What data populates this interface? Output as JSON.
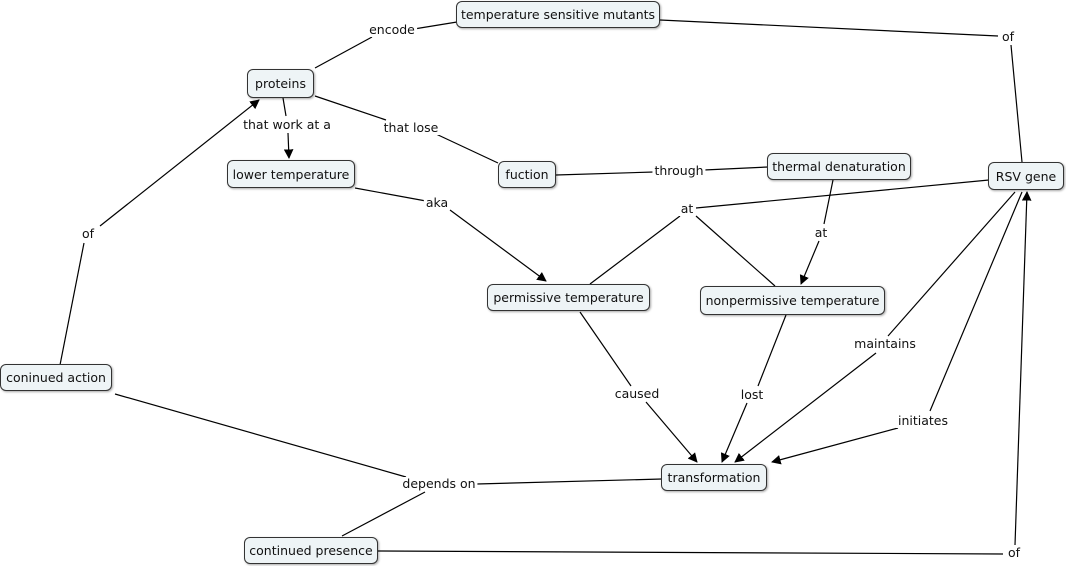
{
  "nodes": {
    "temp_sensitive_mutants": "temperature sensitive mutants",
    "proteins": "proteins",
    "lower_temperature": "lower temperature",
    "fuction": "fuction",
    "thermal_denaturation": "thermal denaturation",
    "rsv_gene": "RSV gene",
    "permissive_temperature": "permissive temperature",
    "nonpermissive_temperature": "nonpermissive temperature",
    "coninued_action": "coninued action",
    "transformation": "transformation",
    "continued_presence": "continued presence"
  },
  "links": {
    "encode": "encode",
    "of_top": "of",
    "that_work_at_a": "that work at a",
    "that_lose": "that lose",
    "through": "through",
    "aka": "aka",
    "at_rsv": "at",
    "at_thermal": "at",
    "of_left": "of",
    "maintains": "maintains",
    "caused": "caused",
    "lost": "lost",
    "initiates": "initiates",
    "depends_on": "depends on",
    "of_bottom": "of"
  }
}
